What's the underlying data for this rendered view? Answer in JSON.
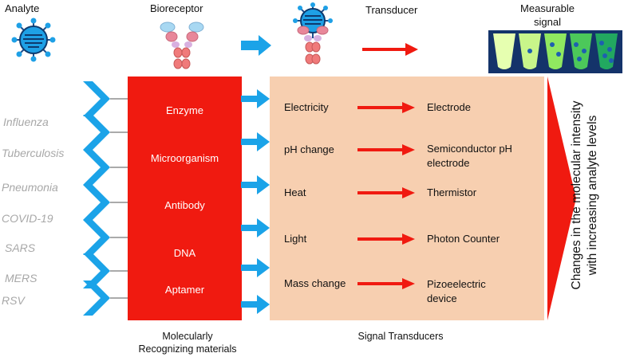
{
  "headers": {
    "analyte": "Analyte",
    "bioreceptor": "Bioreceptor",
    "transducer": "Transducer",
    "measurable_line1": "Measurable",
    "measurable_line2": "signal"
  },
  "diseases": [
    "Influenza",
    "Tuberculosis",
    "Pneumonia",
    "COVID-19",
    "SARS",
    "MERS",
    "RSV"
  ],
  "materials": [
    "Enzyme",
    "Microorganism",
    "Antibody",
    "DNA",
    "Aptamer"
  ],
  "signals": [
    {
      "input": "Electricity",
      "output": [
        "Electrode"
      ]
    },
    {
      "input": "pH change",
      "output": [
        "Semiconductor pH",
        "electrode"
      ]
    },
    {
      "input": "Heat",
      "output": [
        "Thermistor"
      ]
    },
    {
      "input": "Light",
      "output": [
        "Photon Counter"
      ]
    },
    {
      "input": "Mass change",
      "output": [
        "Pizoeelectric",
        "device"
      ]
    }
  ],
  "side_text": {
    "line1": "Changes in the molecular intensity",
    "line2": "with increasing analyte levels"
  },
  "captions": {
    "materials_line1": "Molecularly",
    "materials_line2": "Recognizing materials",
    "transducers": "Signal Transducers"
  },
  "colors": {
    "red": "#f01a10",
    "peach": "#f7cfb0",
    "blue_arrow": "#1ba3e8",
    "disease_text": "#a8a8a8"
  }
}
